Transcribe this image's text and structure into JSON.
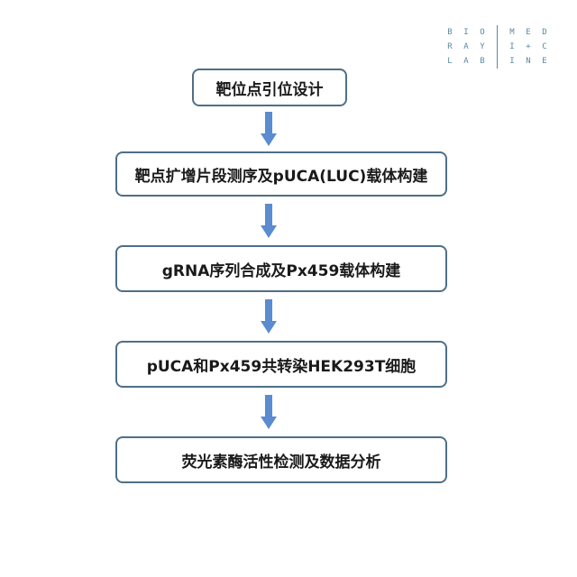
{
  "logo": {
    "rows": [
      {
        "left": [
          "B",
          "I",
          "O"
        ],
        "right": [
          "M",
          "E",
          "D"
        ]
      },
      {
        "left": [
          "R",
          "A",
          "Y"
        ],
        "right": [
          "I",
          "+",
          "C"
        ]
      },
      {
        "left": [
          "L",
          "A",
          "B"
        ],
        "right": [
          "I",
          "N",
          "E"
        ]
      }
    ]
  },
  "flow": {
    "steps": [
      {
        "label": "靶位点引位设计"
      },
      {
        "label": "靶点扩增片段测序及pUCA(LUC)载体构建"
      },
      {
        "label": "gRNA序列合成及Px459载体构建"
      },
      {
        "label": "pUCA和Px459共转染HEK293T细胞"
      },
      {
        "label": "荧光素酶活性检测及数据分析"
      }
    ],
    "arrow_color": "#5b8bd0",
    "border_color": "#4f6f87"
  }
}
